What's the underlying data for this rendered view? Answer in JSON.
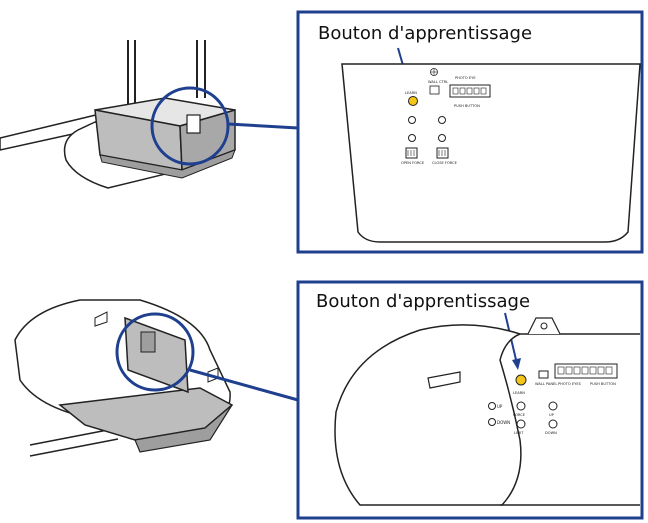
{
  "panel_top": {
    "caption": "Bouton d'apprentissage",
    "labels": {
      "learn": "LEARN",
      "wall_ctrl": "WALL CTRL",
      "photo_eye": "PHOTO EYE",
      "push_button": "PUSH BUTTON",
      "up_force": "OPEN FORCE",
      "down_force": "CLOSE FORCE"
    }
  },
  "panel_bottom": {
    "caption": "Bouton d'apprentissage",
    "labels": {
      "learn": "LEARN",
      "wall_panel": "WALL PANEL",
      "photo_eyes": "PHOTO EYES",
      "push_button": "PUSH BUTTON",
      "up_led": "UP",
      "down_led": "DOWN",
      "force": "FORCE",
      "limit": "LIMIT",
      "up": "UP",
      "down": "DOWN"
    }
  },
  "colors": {
    "frame": "#1f3f8f",
    "learn_button": "#f5c518",
    "housing_gray": "#bdbdbd",
    "outline": "#222222"
  }
}
